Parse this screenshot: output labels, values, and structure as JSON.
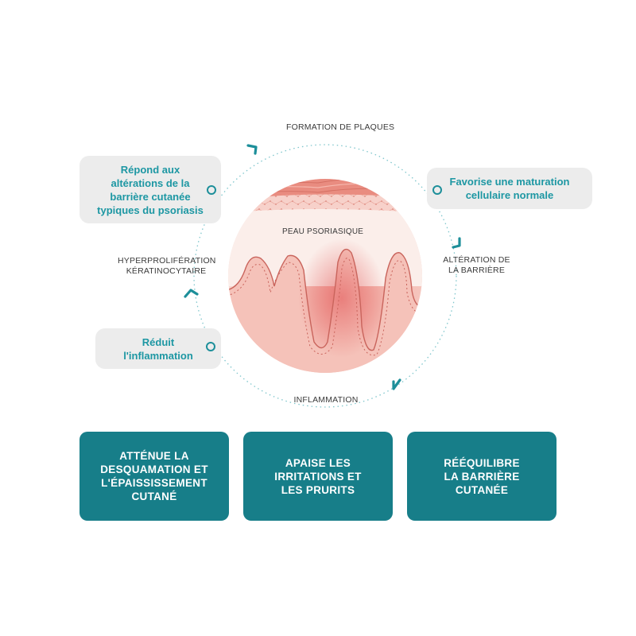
{
  "cycle": {
    "top": "FORMATION DE PLAQUES",
    "right": "ALTÉRATION DE LA BARRIÈRE",
    "bottom": "INFLAMMATION",
    "left": "HYPERPROLIFÉRATION KÉRATINOCYTAIRE"
  },
  "skin_label": "PEAU PSORIASIQUE",
  "callouts": {
    "top_left": [
      "Répond aux",
      "altérations de la",
      "barrière cutanée",
      "typiques du psoriasis"
    ],
    "top_right": [
      "Favorise une maturation",
      "cellulaire normale"
    ],
    "bottom_left": [
      "Réduit",
      "l'inflammation"
    ]
  },
  "benefits": [
    {
      "lines": [
        "ATTÉNUE LA",
        "DESQUAMATION ET",
        "L'ÉPAISSISSEMENT",
        "CUTANÉ"
      ]
    },
    {
      "lines": [
        "APAISE LES",
        "IRRITATIONS ET",
        "LES PRURITS"
      ]
    },
    {
      "lines": [
        "RÉÉQUILIBRE",
        "LA BARRIÈRE",
        "CUTANÉE"
      ]
    }
  ],
  "colors": {
    "teal": "#177e89",
    "callout_text": "#1d97a3",
    "callout_bg": "#ececec",
    "skin_pink": "#f2b4aa"
  }
}
